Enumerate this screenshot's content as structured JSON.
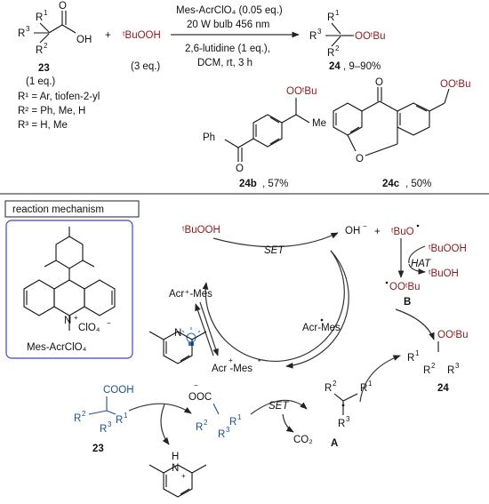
{
  "top": {
    "cond_line1": "Mes-AcrClO₄ (0.05 eq.)",
    "cond_line2": "20 W bulb 456 nm",
    "cond_line3": "2,6-lutidine (1 eq.),",
    "cond_line4": "DCM, rt, 3 h",
    "plus": "+",
    "tbuooh": "ᵗBuOOH",
    "tbuooh_eq": "(3 eq.)",
    "sm_label": "23",
    "sm_eq": "(1 eq.)",
    "r1_def": "R¹ = Ar, tiofen-2-yl",
    "r2_def": "R² = Ph, Me, H",
    "r3_def": "R³ = H, Me",
    "product_label": "24",
    "product_yield": ", 9–90%",
    "ex1_label": "24b",
    "ex1_yield": ", 57%",
    "ex2_label": "24c",
    "ex2_yield": ", 50%",
    "ph": "Ph",
    "ootbu": "OOᵗBu",
    "oh": "OH",
    "o": "O"
  },
  "mechanism": {
    "title": "reaction mechanism",
    "catalyst_name": "Mes-AcrClO₄",
    "clo4": "ClO₄",
    "tbuooh_left": "ᵗBuOOH",
    "set_top": "SET",
    "oh_minus": "OH",
    "plus": "+",
    "tbuo_radical": "ᵗBuO",
    "tbuooh_right": "ᵗBuOOH",
    "hat": "HAT",
    "tbuoh": "ᵗBuOH",
    "peroxy_radical": "OOᵗBu",
    "label_b": "B",
    "acr_plus_mes": "Acr⁺-Mes",
    "acr_radical_mes": "Acr-Mes",
    "acr_excited": "Acr -Mes",
    "set_bottom": "SET",
    "co2": "CO₂",
    "label_a": "A",
    "label_23": "23",
    "label_24": "24",
    "cooh": "COOH",
    "ooc": "OOC",
    "ootbu": "OOᵗBu"
  }
}
